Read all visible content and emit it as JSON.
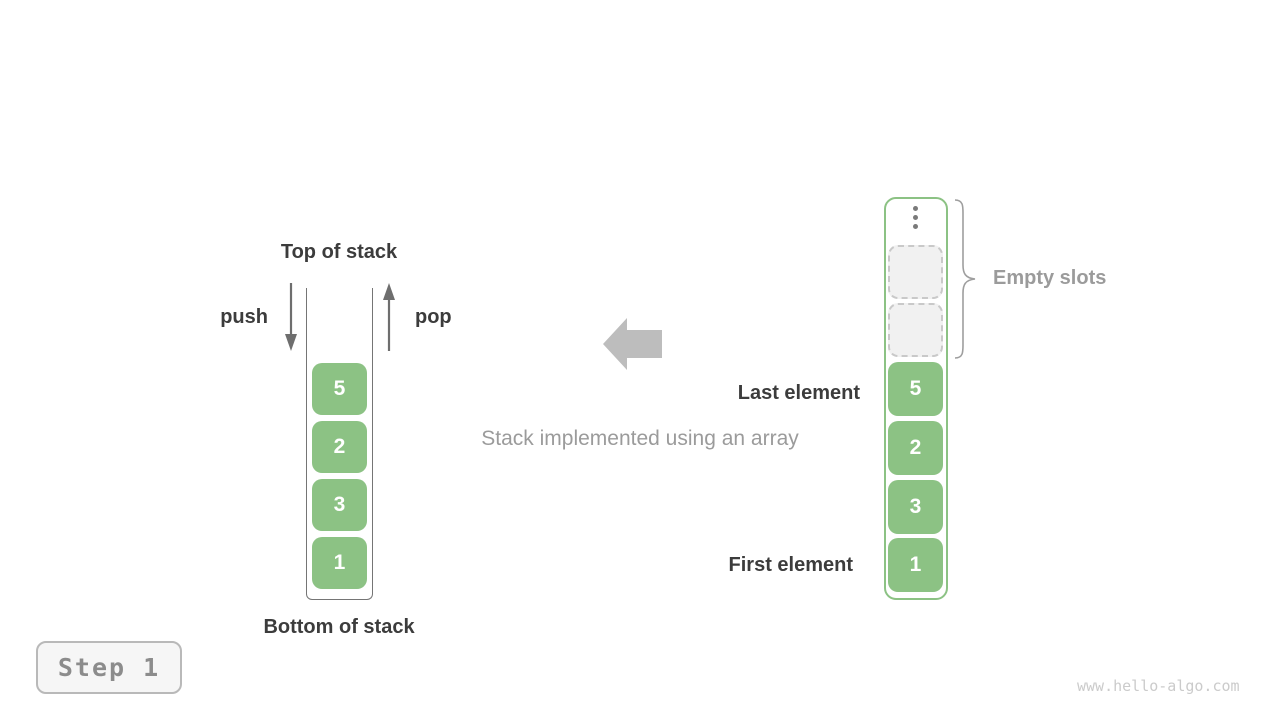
{
  "colors": {
    "cell_green": "#8cc284",
    "dark_text": "#3c3c3c",
    "muted_gray_text": "#9b9b9b",
    "container_line_gray": "#757575",
    "block_arrow_gray": "#bdbdbd",
    "empty_slot_fill": "#f1f1f1",
    "empty_slot_border": "#c9c9c9",
    "watermark_gray": "#cbcbcb"
  },
  "icons": {
    "push_arrow": "arrow-down",
    "pop_arrow": "arrow-up",
    "direction_arrow": "block-arrow-left",
    "ellipsis": "vertical-ellipsis",
    "brace": "right-curly-brace"
  },
  "left_stack": {
    "top_label": "Top of stack",
    "bottom_label": "Bottom of stack",
    "push_label": "push",
    "pop_label": "pop",
    "cells": [
      "5",
      "2",
      "3",
      "1"
    ]
  },
  "caption": "Stack implemented using an array",
  "right_array": {
    "cells": [
      "5",
      "2",
      "3",
      "1"
    ],
    "empty_slot_count": 2,
    "empty_slots_label": "Empty slots",
    "last_element_label": "Last element",
    "first_element_label": "First element"
  },
  "footer": {
    "step_label": "Step 1",
    "watermark": "www.hello-algo.com"
  }
}
